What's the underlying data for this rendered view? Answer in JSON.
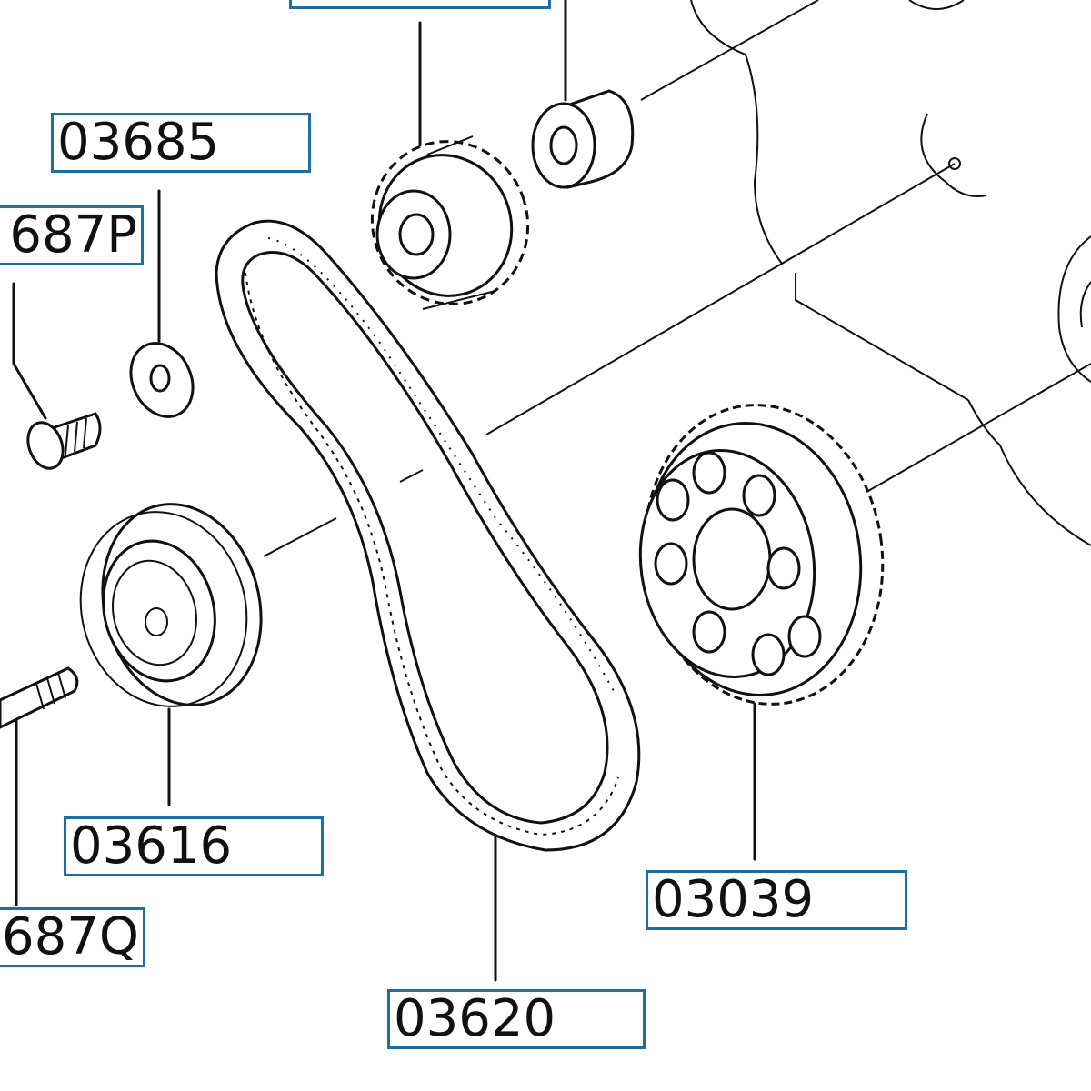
{
  "labels": {
    "top": "",
    "washer": "03685",
    "bolt": "687P",
    "tensioner": "03616",
    "stud": "687Q",
    "belt": "03620",
    "sprocket": "03039"
  },
  "colors": {
    "label_border": "#1d6fa3",
    "line": "#111111",
    "background": "#ffffff"
  }
}
